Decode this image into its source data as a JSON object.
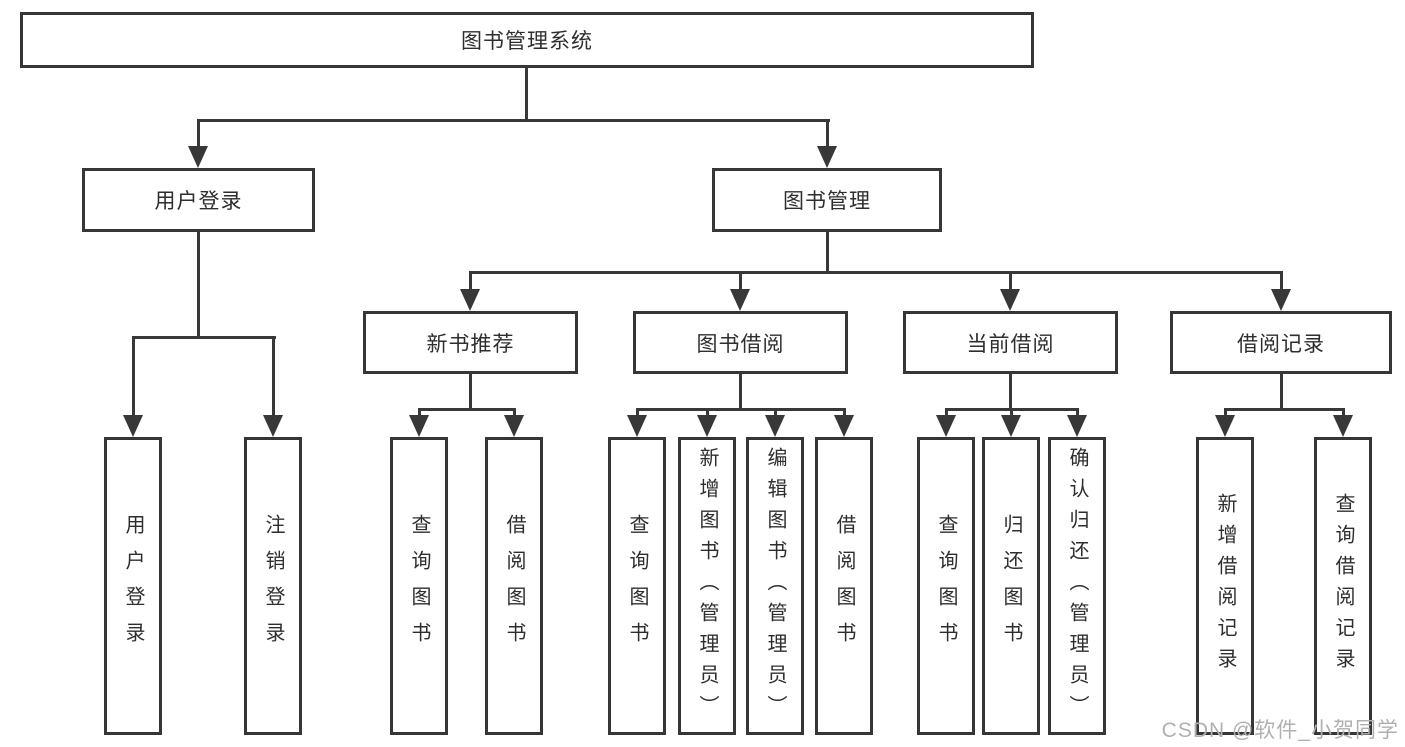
{
  "diagram": {
    "title": "图书管理系统",
    "branches": [
      {
        "label": "用户登录",
        "leaves": [
          {
            "label": "用户登录"
          },
          {
            "label": "注销登录"
          }
        ]
      },
      {
        "label": "图书管理",
        "groups": [
          {
            "label": "新书推荐",
            "leaves": [
              {
                "label": "查询图书"
              },
              {
                "label": "借阅图书"
              }
            ]
          },
          {
            "label": "图书借阅",
            "leaves": [
              {
                "label": "查询图书"
              },
              {
                "label": "新增图书（管理员）"
              },
              {
                "label": "编辑图书（管理员）"
              },
              {
                "label": "借阅图书"
              }
            ]
          },
          {
            "label": "当前借阅",
            "leaves": [
              {
                "label": "查询图书"
              },
              {
                "label": "归还图书"
              },
              {
                "label": "确认归还（管理员）"
              }
            ]
          },
          {
            "label": "借阅记录",
            "leaves": [
              {
                "label": "新增借阅记录"
              },
              {
                "label": "查询借阅记录"
              }
            ]
          }
        ]
      }
    ],
    "watermark": "CSDN @软件_小贺同学",
    "colors": {
      "line": "#383838",
      "border": "#363636",
      "text": "#2e2e2e",
      "watermark": "#b0b0b0",
      "background": "#ffffff"
    }
  }
}
